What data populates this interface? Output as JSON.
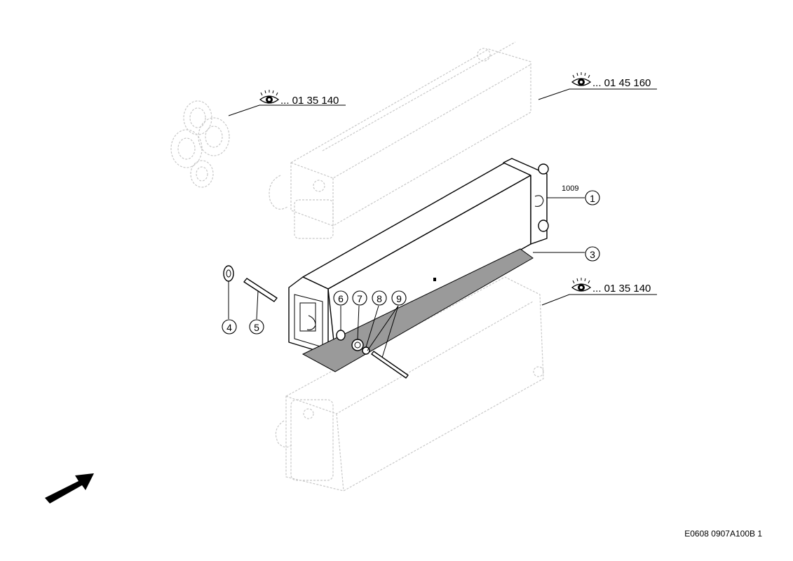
{
  "diagram": {
    "references": [
      {
        "text": "... 01 35 140"
      },
      {
        "text": "... 01 45 160"
      },
      {
        "text": "... 01 35 140"
      }
    ],
    "callouts": [
      "1",
      "3",
      "4",
      "5",
      "6",
      "7",
      "8",
      "9"
    ],
    "part_1_sub_label": "1009",
    "footer_code": "E0608 0907A100B 1",
    "icons": [
      "eye-icon",
      "direction-arrow-icon"
    ]
  }
}
